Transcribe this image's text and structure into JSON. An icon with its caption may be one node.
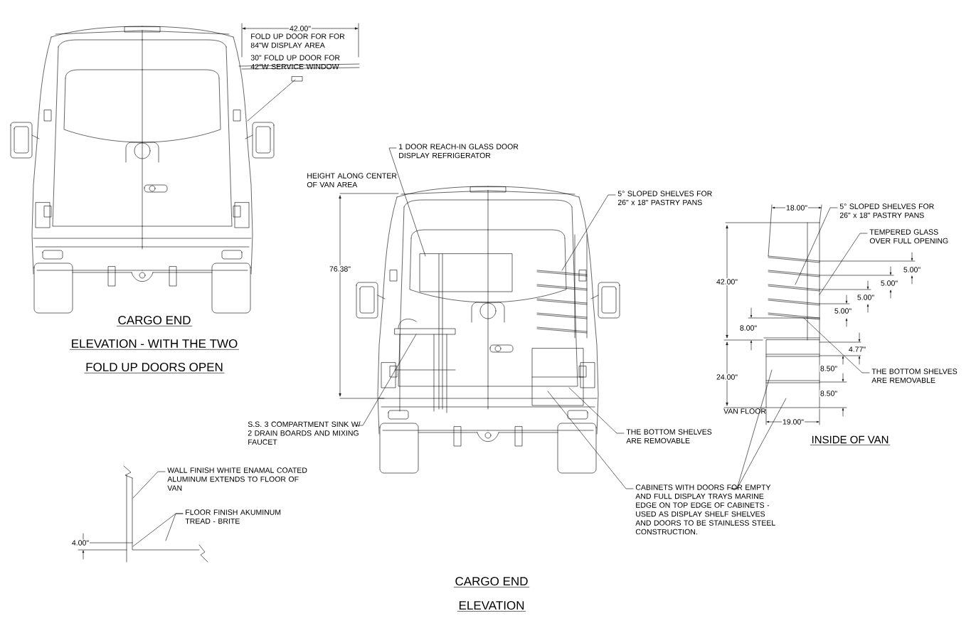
{
  "diagram": {
    "nodes": [
      {
        "text": [
          "1 DOOR REACH-IN GLASS DOOR DISPLAY REFRIGERATOR"
        ]
      },
      {
        "text": [
          "5° SLOPED SHELVES FOR 26\" x 18\" PASTRY PANS"
        ]
      },
      {
        "text": [
          "S.S. 3 COMPARTMENT SINK W/ 2 DRAIN BOARDS AND MIXING FAUCET"
        ]
      },
      {
        "text": [
          "THE BOTTOM SHELVES ARE REMOVABLE"
        ]
      },
      {
        "text": [
          "CABINETS WITH DOORS FOR EMPTY AND FULL DISPLAY TRAYS MARINE EDGE ON TOP EDGE OF CABINETS - USED AS DISPLAY SHELF SHELVES AND DOORS TO BE STAINLESS STEEL CONSTRUCTION."
        ]
      },
      {
        "text": [
          "5° SLOPED SHELVES FOR 26\" x 18\" PASTRY PANS"
        ]
      },
      {
        "text": [
          "TEMPERED GLASS OVER FULL OPENING"
        ]
      },
      {
        "text": [
          "THE BOTTOM SHELVES ARE REMOVABLE"
        ]
      },
      {
        "text": [
          "WALL FINISH WHITE ENAMAL COATED ALUMINUM EXTENDS TO FLOOR OF VAN"
        ]
      },
      {
        "text": [
          "FLOOR FINISH AKUMINUM TREAD - BRITE"
        ]
      }
    ],
    "edges": [
      {
        "from": 0,
        "to": null,
        "arrow": "none"
      },
      {
        "from": 1,
        "to": null,
        "arrow": "none"
      },
      {
        "from": 2,
        "to": null,
        "arrow": "none"
      },
      {
        "from": 3,
        "to": null,
        "arrow": "none"
      },
      {
        "from": 4,
        "to": null,
        "arrow": "none"
      },
      {
        "from": 4,
        "to": null,
        "arrow": "none"
      },
      {
        "from": 4,
        "to": null,
        "arrow": "none"
      },
      {
        "from": 5,
        "to": null,
        "arrow": "none"
      },
      {
        "from": 6,
        "to": null,
        "arrow": "none"
      },
      {
        "from": 7,
        "to": null,
        "arrow": "none"
      },
      {
        "from": 8,
        "to": null,
        "arrow": "none"
      },
      {
        "from": 9,
        "to": null,
        "arrow": "none"
      },
      {
        "from": 9,
        "to": null,
        "arrow": "none"
      }
    ],
    "labels": [
      "42.00\"",
      "FOLD UP DOOR FOR FOR 84\"W DISPLAY AREA",
      "30\" FOLD UP DOOR FOR 42\"W SERVICE WINDOW",
      "CARGO END",
      "ELEVATION - WITH THE TWO",
      "FOLD UP DOORS OPEN",
      "HEIGHT ALONG CENTER OF VAN AREA",
      "76.38\"",
      "18.00\"",
      "42.00\"",
      "5.00\"",
      "5.00\"",
      "5.00\"",
      "5.00\"",
      "8.00\"",
      "4.77\"",
      "24.00\"",
      "8.50\"",
      "8.50\"",
      "VAN FLOOR",
      "19.00\"",
      "INSIDE OF VAN",
      "4.00\"",
      "CARGO END",
      "ELEVATION"
    ]
  }
}
